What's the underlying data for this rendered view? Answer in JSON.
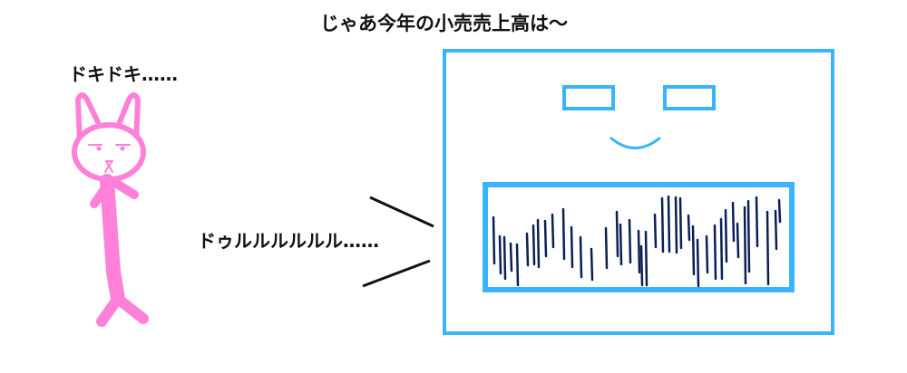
{
  "caption": "じゃあ今年の小売売上高は〜",
  "character_speech": "ドキドキ……",
  "sound_effect": "ドゥルルルルルル……",
  "colors": {
    "character": "#ff80d8",
    "screen": "#3ab4ff",
    "drumroll_lines": "#0a1f55",
    "text": "#111111"
  },
  "icons": {
    "character": "cat-character-icon",
    "tv": "screen-face-icon"
  }
}
